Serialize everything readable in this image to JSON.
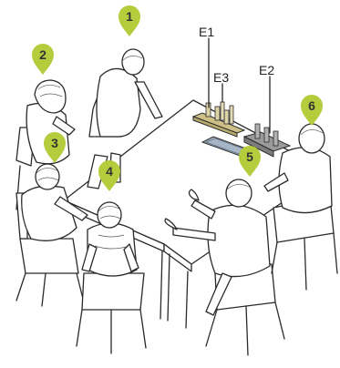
{
  "participants": [
    {
      "id": "1",
      "label": "1"
    },
    {
      "id": "2",
      "label": "2"
    },
    {
      "id": "3",
      "label": "3"
    },
    {
      "id": "4",
      "label": "4"
    },
    {
      "id": "5",
      "label": "5"
    },
    {
      "id": "6",
      "label": "6"
    }
  ],
  "equipment": [
    {
      "id": "E1",
      "label": "E1"
    },
    {
      "id": "E2",
      "label": "E2"
    },
    {
      "id": "E3",
      "label": "E3"
    }
  ],
  "colors": {
    "pin": "#b5cc3d",
    "device_tan": "#cdbf86",
    "device_gray": "#8e8e8e",
    "device_blue": "#a6b6c7",
    "line": "#2a2a2a"
  }
}
